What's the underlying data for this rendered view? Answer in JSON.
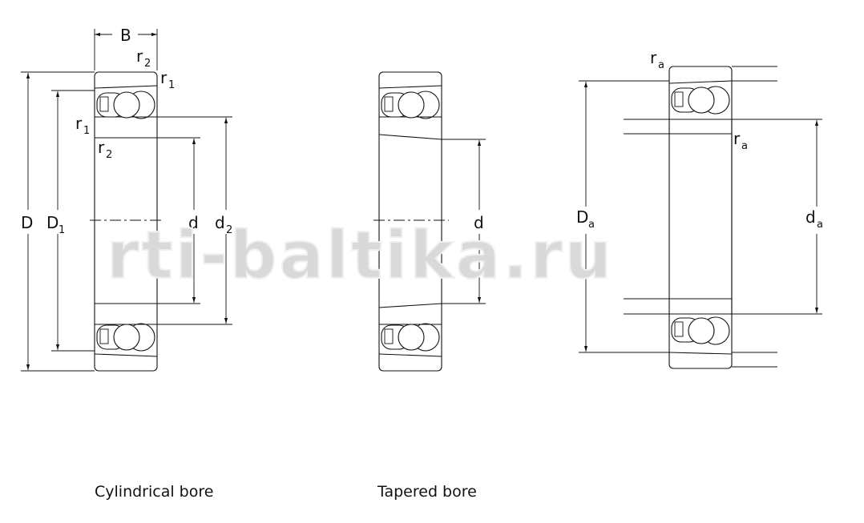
{
  "watermark": "rti-baltika.ru",
  "captions": {
    "cylindrical": "Cylindrical bore",
    "tapered": "Tapered bore"
  },
  "labels": {
    "B": "B",
    "D": "D",
    "D1_main": "D",
    "D1_sub": "1",
    "d": "d",
    "d2_main": "d",
    "d2_sub": "2",
    "r": "r",
    "sub1": "1",
    "sub2": "2",
    "Da_main": "D",
    "Da_sub": "a",
    "da_main": "d",
    "da_sub": "a",
    "ra_main": "r",
    "ra_sub": "a"
  }
}
